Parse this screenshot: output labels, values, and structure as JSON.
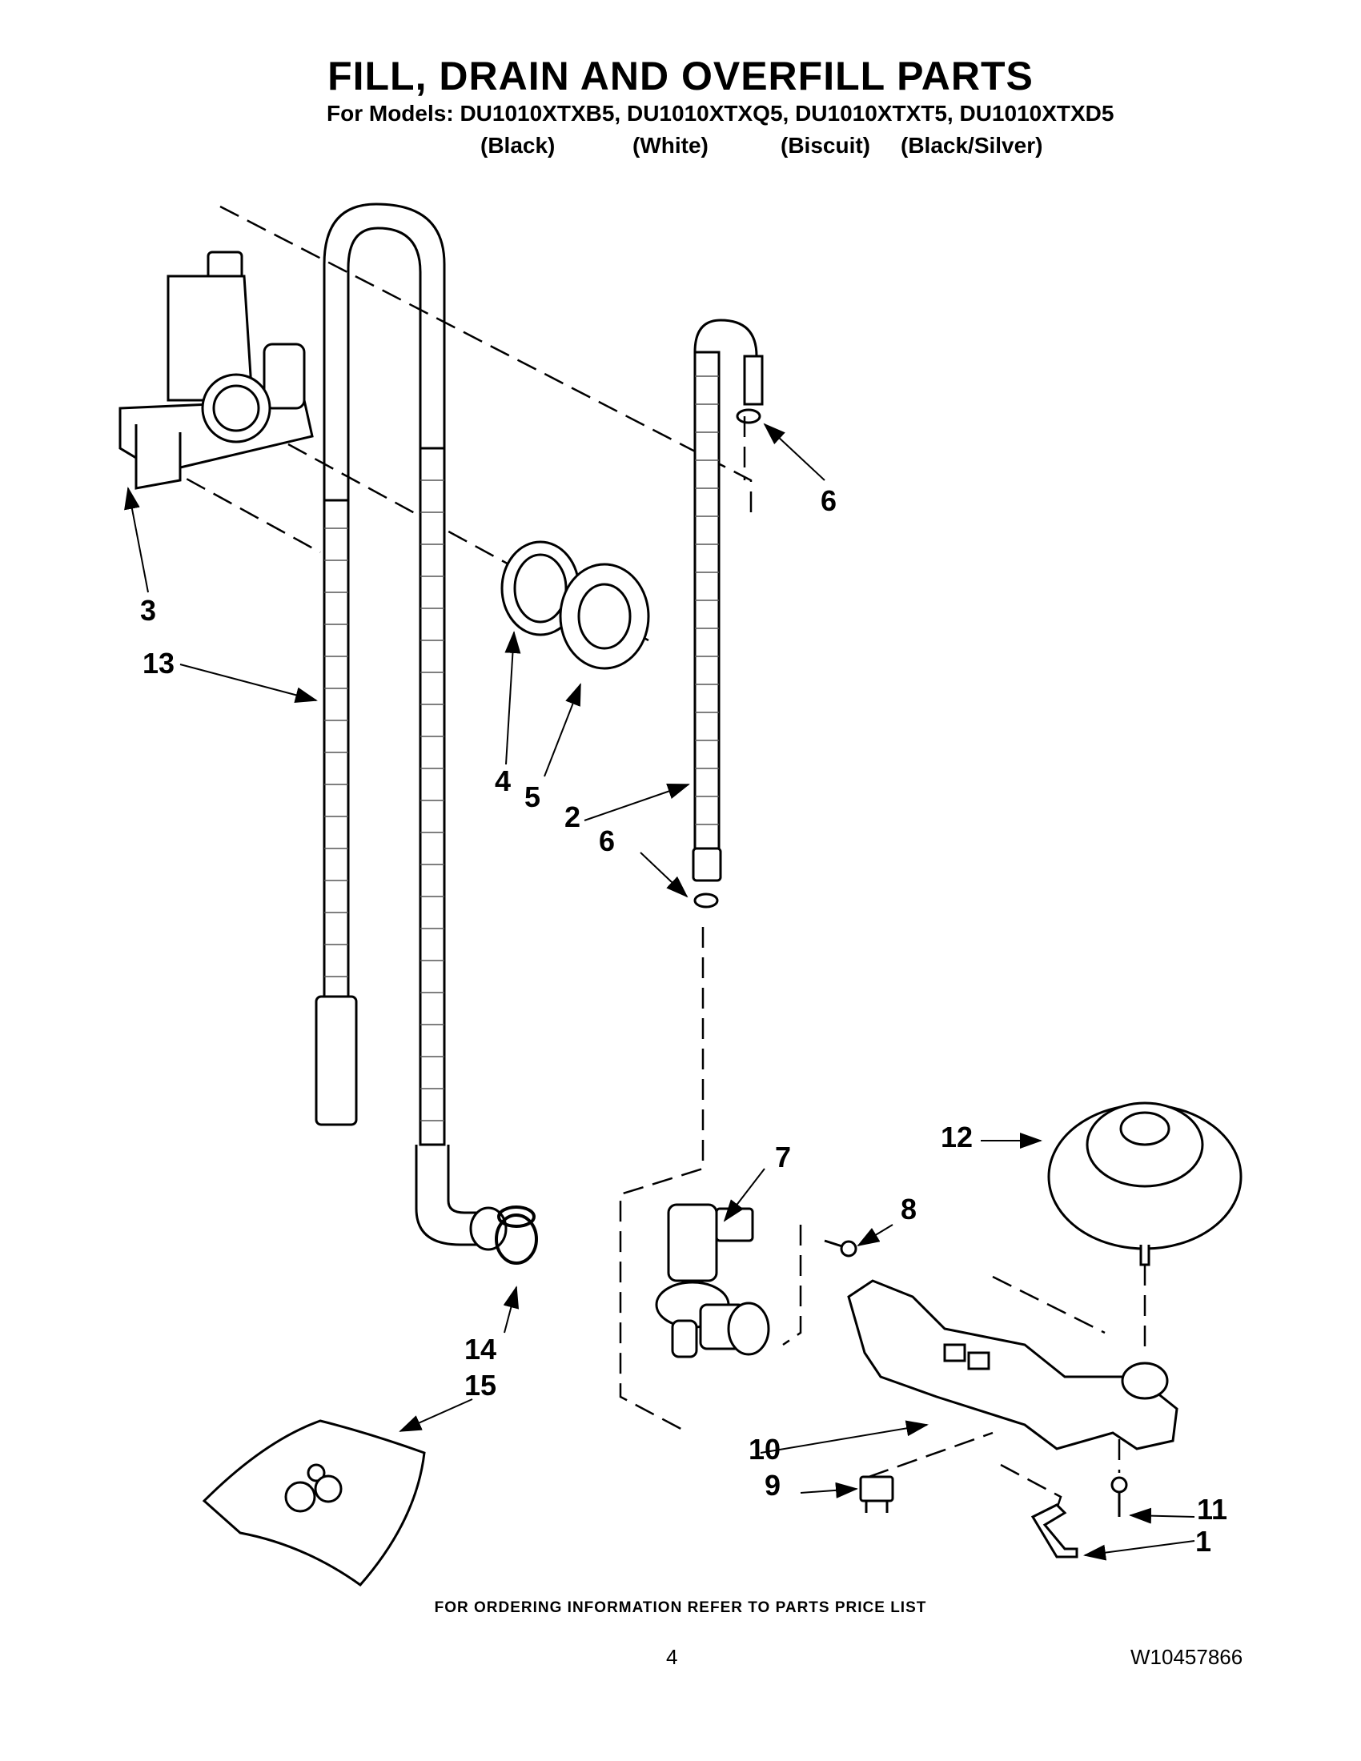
{
  "title": "FILL, DRAIN AND OVERFILL PARTS",
  "models_line": "For Models: DU1010XTXB5, DU1010XTXQ5, DU1010XTXT5, DU1010XTXD5",
  "model_colors": [
    "(Black)",
    "(White)",
    "(Biscuit)",
    "(Black/Silver)"
  ],
  "callouts": [
    "1",
    "2",
    "3",
    "4",
    "5",
    "6",
    "6",
    "7",
    "8",
    "9",
    "10",
    "11",
    "12",
    "13",
    "14",
    "15"
  ],
  "footer_note": "FOR ORDERING INFORMATION REFER TO PARTS PRICE LIST",
  "page_number": "4",
  "document_number": "W10457866"
}
